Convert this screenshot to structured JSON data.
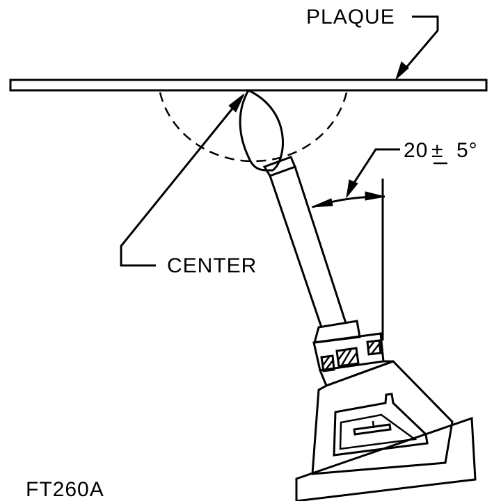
{
  "labels": {
    "plaque": "PLAQUE",
    "center": "CENTER",
    "angle_value": "20",
    "angle_tol_symbol": "±",
    "angle_tol": "5°",
    "figure_id": "FT260A"
  }
}
